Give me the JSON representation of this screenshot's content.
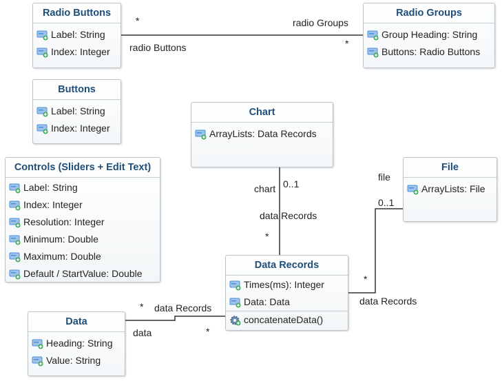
{
  "classes": {
    "radio_buttons": {
      "title": "Radio Buttons",
      "attributes": [
        "Label: String",
        "Index: Integer"
      ]
    },
    "radio_groups": {
      "title": "Radio Groups",
      "attributes": [
        "Group Heading: String",
        "Buttons: Radio Buttons"
      ]
    },
    "buttons": {
      "title": "Buttons",
      "attributes": [
        "Label: String",
        "Index: Integer"
      ]
    },
    "chart": {
      "title": "Chart",
      "attributes": [
        "ArrayLists: Data Records"
      ]
    },
    "file": {
      "title": "File",
      "attributes": [
        "ArrayLists: File"
      ]
    },
    "controls": {
      "title": "Controls (Sliders + Edit Text)",
      "attributes": [
        "Label: String",
        "Index: Integer",
        "Resolution: Integer",
        "Minimum: Double",
        "Maximum: Double",
        "Default / StartValue: Double"
      ]
    },
    "data_records": {
      "title": "Data Records",
      "attributes": [
        "Times(ms): Integer",
        "Data: Data"
      ],
      "operations": [
        "concatenateData()"
      ]
    },
    "data": {
      "title": "Data",
      "attributes": [
        "Heading: String",
        "Value: String"
      ]
    }
  },
  "associations": {
    "radio": {
      "mult_left": "*",
      "role_left": "radio Buttons",
      "role_right": "radio Groups",
      "mult_right": "*"
    },
    "chart_records": {
      "role_top": "chart",
      "mult_top": "0..1",
      "role_bottom": "data Records",
      "mult_bottom": "*"
    },
    "file_records": {
      "role_top": "file",
      "mult_top": "0..1",
      "mult_bottom": "*",
      "role_bottom": "data Records"
    },
    "data_records": {
      "mult_right": "*",
      "role_right": "data Records",
      "role_left": "data",
      "mult_left": "*"
    }
  },
  "colors": {
    "title": "#1f4e79",
    "border": "#b9c3cc",
    "line": "#333333",
    "icon_green": "#3aa655",
    "icon_blue": "#4a90d9"
  }
}
